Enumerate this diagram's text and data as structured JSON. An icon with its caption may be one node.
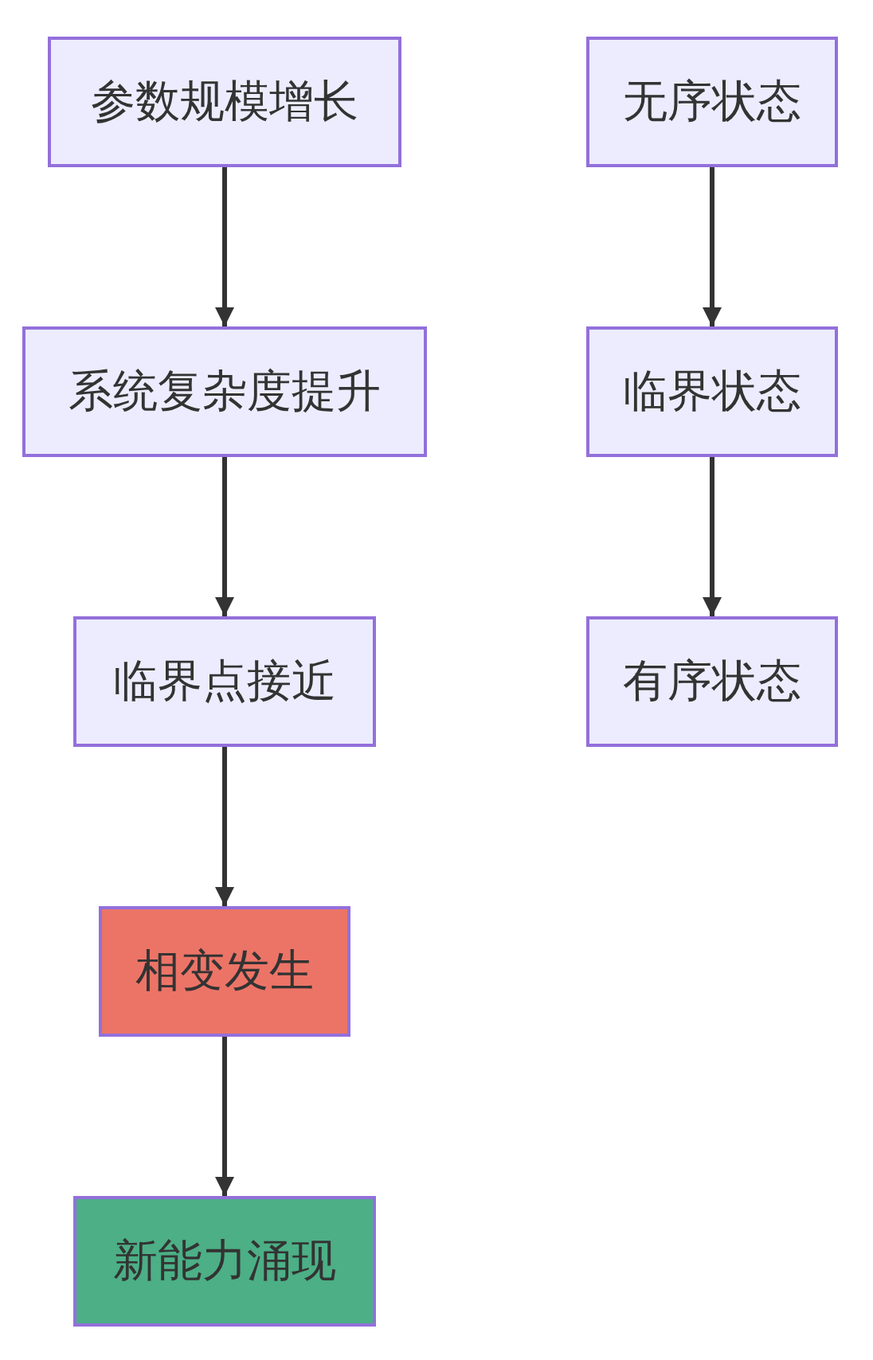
{
  "diagram": {
    "nodes": [
      {
        "text": [
          "参数规模增长"
        ]
      },
      {
        "text": [
          "系统复杂度提升"
        ]
      },
      {
        "text": [
          "临界点接近"
        ]
      },
      {
        "text": [
          "相变发生"
        ]
      },
      {
        "text": [
          "新能力涌现"
        ]
      },
      {
        "text": [
          "无序状态"
        ]
      },
      {
        "text": [
          "临界状态"
        ]
      },
      {
        "text": [
          "有序状态"
        ]
      }
    ],
    "edges": [
      {
        "from": 0,
        "to": 1,
        "arrow": "to"
      },
      {
        "from": 1,
        "to": 2,
        "arrow": "to"
      },
      {
        "from": 2,
        "to": 3,
        "arrow": "to"
      },
      {
        "from": 3,
        "to": 4,
        "arrow": "to"
      },
      {
        "from": 5,
        "to": 6,
        "arrow": "to"
      },
      {
        "from": 6,
        "to": 7,
        "arrow": "to"
      }
    ]
  }
}
